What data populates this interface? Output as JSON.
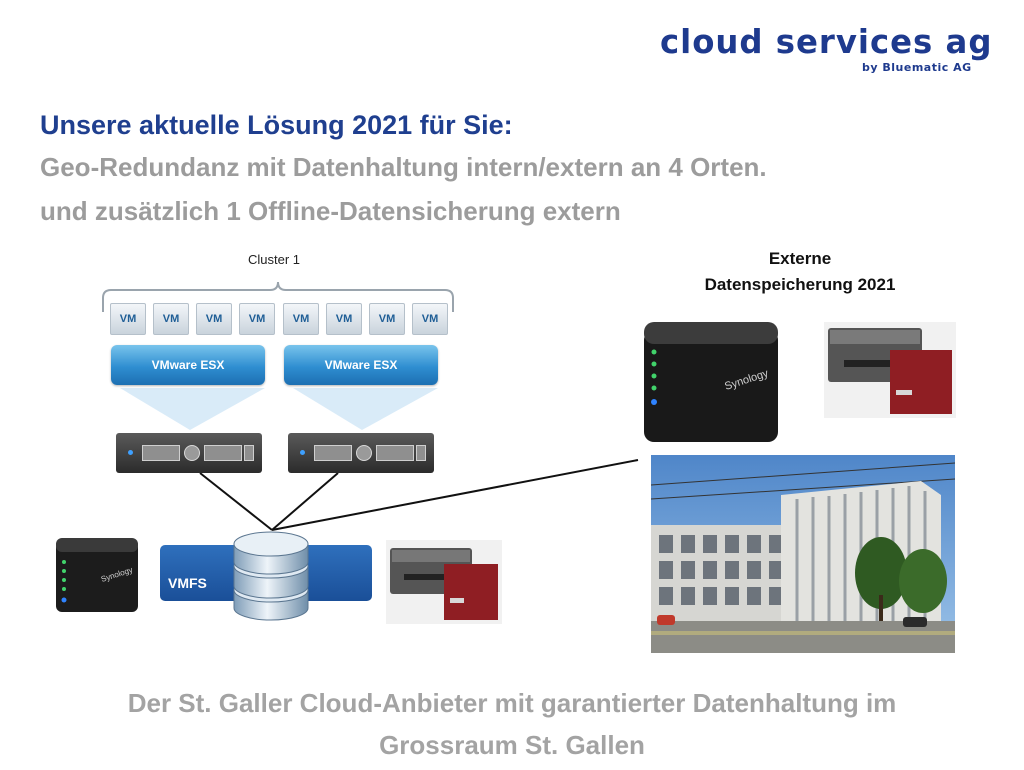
{
  "logo": {
    "name": "cloud services ag",
    "tagline": "by Bluematic AG"
  },
  "heading": {
    "title": "Unsere aktuelle Lösung 2021 für Sie:",
    "line1": "Geo-Redundanz mit Datenhaltung intern/extern an 4 Orten.",
    "line2": "und zusätzlich 1 Offline-Datensicherung extern"
  },
  "diagram": {
    "cluster_label": "Cluster 1",
    "vms": [
      "VM",
      "VM",
      "VM",
      "VM",
      "VM",
      "VM",
      "VM",
      "VM"
    ],
    "esx_hosts": [
      "VMware ESX",
      "VMware ESX"
    ],
    "storage_label": "VMFS",
    "nas_brand": "Synology",
    "external_label": {
      "line1": "Externe",
      "line2": "Datenspeicherung 2021"
    }
  },
  "footer": {
    "line1": "Der St. Galler Cloud-Anbieter mit garantierter Datenhaltung im",
    "line2": "Grossraum St. Gallen"
  },
  "colors": {
    "brand": "#1e3a8e",
    "gray_text": "#9c9c9c",
    "vmware_blue": "#2f8ed1"
  }
}
